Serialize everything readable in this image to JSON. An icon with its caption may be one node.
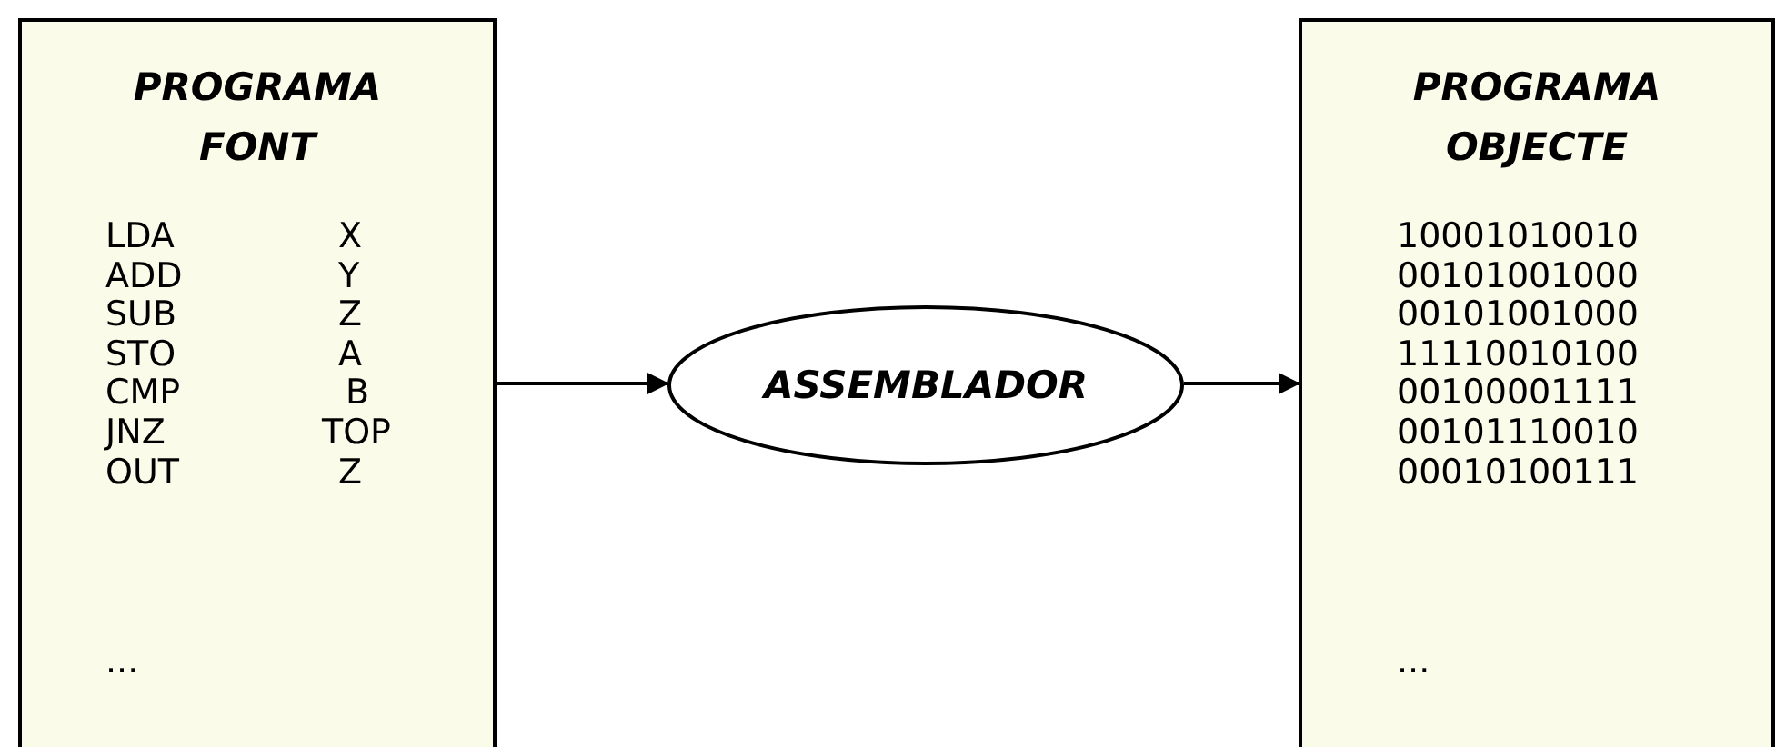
{
  "diagram": {
    "nodes": [
      {
        "text": [
          "PROGRAMA FONT",
          "LDA",
          "X",
          "ADD",
          "Y",
          "SUB",
          "Z",
          "STO",
          "A",
          "CMP",
          "B",
          "JNZ",
          "TOP",
          "OUT",
          "Z",
          "..."
        ]
      },
      {
        "text": [
          "ASSEMBLADOR"
        ]
      },
      {
        "text": [
          "PROGRAMA OBJECTE",
          "10001010010",
          "00101001000",
          "00101001000",
          "11110010100",
          "00100001111",
          "00101110010",
          "00010100111",
          "..."
        ]
      }
    ],
    "edges": [
      {
        "from": 0,
        "to": 1,
        "arrow": "to"
      },
      {
        "from": 1,
        "to": 2,
        "arrow": "to"
      }
    ]
  }
}
